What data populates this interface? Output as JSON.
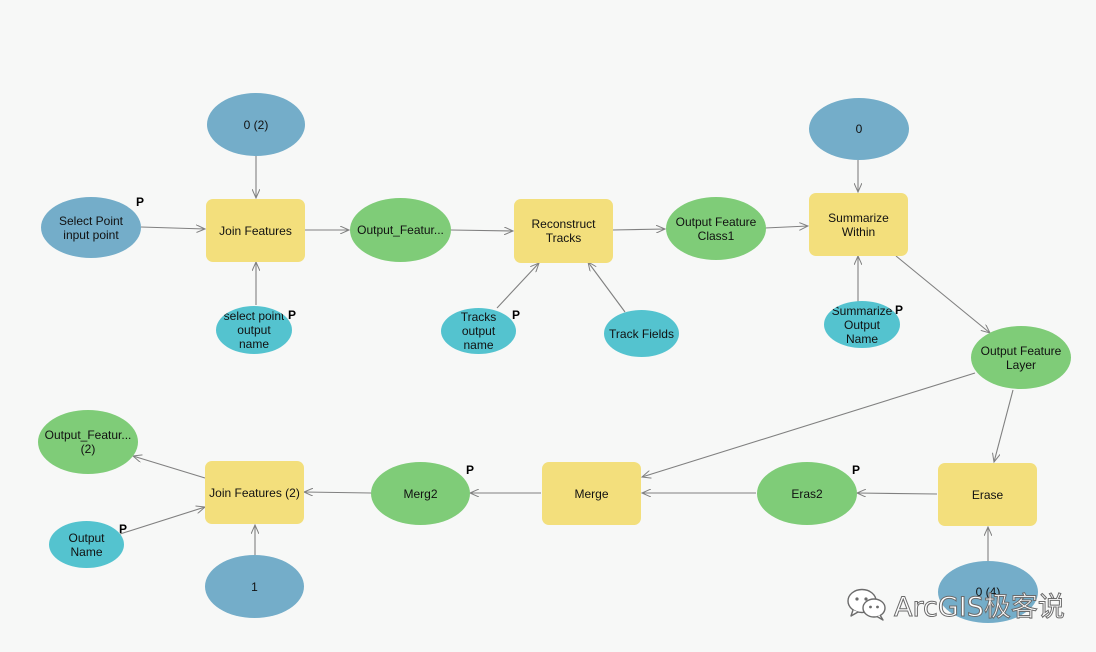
{
  "nodes": {
    "zero_2": "0 (2)",
    "select_point_input": "Select Point\ninput point",
    "join_features": "Join Features",
    "select_point_output_name": "select point\noutput\nname",
    "output_featur": "Output_Featur...",
    "reconstruct_tracks": "Reconstruct\nTracks",
    "tracks_output_name": "Tracks\noutput\nname",
    "track_fields": "Track Fields",
    "output_feature_class1": "Output Feature\nClass1",
    "zero": "0",
    "summarize_within": "Summarize\nWithin",
    "summarize_output_name": "Summarize\nOutput\nName",
    "output_feature_layer": "Output Feature\nLayer",
    "erase": "Erase",
    "zero_4": "0 (4)",
    "eras2": "Eras2",
    "merge": "Merge",
    "merg2": "Merg2",
    "join_features_2": "Join Features (2)",
    "one": "1",
    "output_featur_2": "Output_Featur...\n(2)",
    "output_name": "Output\nName"
  },
  "param_marker": "P",
  "watermark": {
    "text": "ArcGIS极客说",
    "icon": "wechat-icon"
  },
  "colors": {
    "tool": "#f3df7c",
    "input_blue": "#74adc9",
    "output_green": "#7fcc78",
    "variable_cyan": "#54c3cf",
    "connector": "#808080",
    "background": "#f7f8f7"
  }
}
